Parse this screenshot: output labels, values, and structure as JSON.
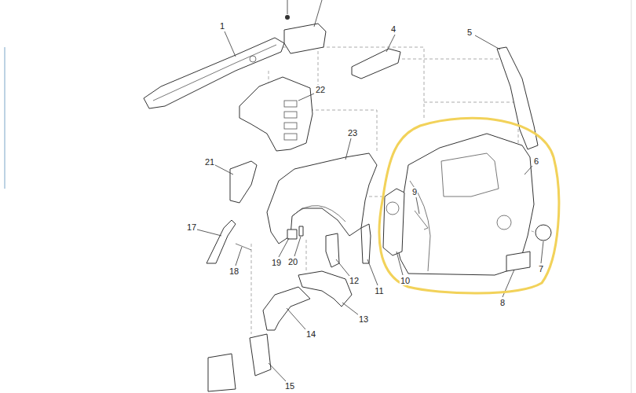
{
  "diagram": {
    "labels": [
      "1",
      "4",
      "5",
      "22",
      "23",
      "21",
      "6",
      "9",
      "17",
      "18",
      "19",
      "20",
      "12",
      "11",
      "10",
      "7",
      "8",
      "13",
      "14",
      "15"
    ]
  }
}
